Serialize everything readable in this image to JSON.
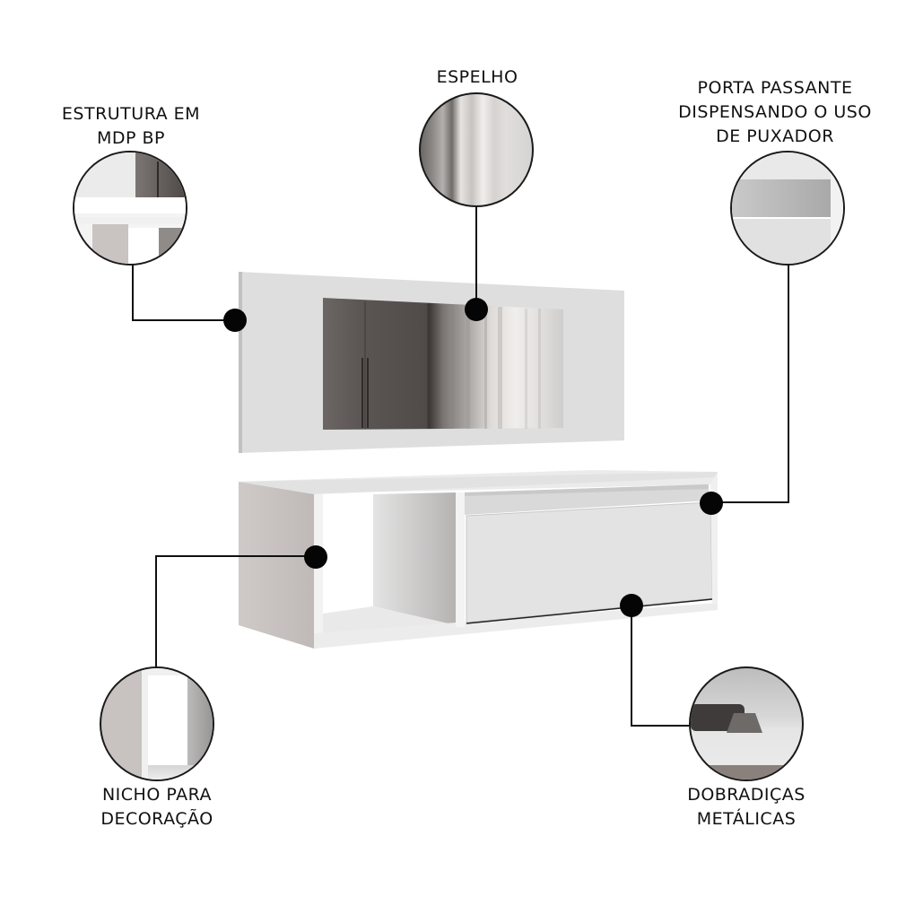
{
  "callouts": [
    {
      "id": "estrutura",
      "lines": [
        "ESTRUTURA EM",
        "MDP BP"
      ]
    },
    {
      "id": "espelho",
      "lines": [
        "ESPELHO"
      ]
    },
    {
      "id": "porta",
      "lines": [
        "PORTA PASSANTE",
        "DISPENSANDO O USO",
        "DE PUXADOR"
      ]
    },
    {
      "id": "nicho",
      "lines": [
        "NICHO PARA",
        "DECORAÇÃO"
      ]
    },
    {
      "id": "dobradicas",
      "lines": [
        "DOBRADIÇAS",
        "METÁLICAS"
      ]
    }
  ],
  "colors": {
    "background": "#ffffff",
    "panel": "#dcdcdc",
    "panel_shadow": "#c9c5c4",
    "mirror_dark": "#5f5b59",
    "line": "#111111",
    "dot": "#050505"
  }
}
